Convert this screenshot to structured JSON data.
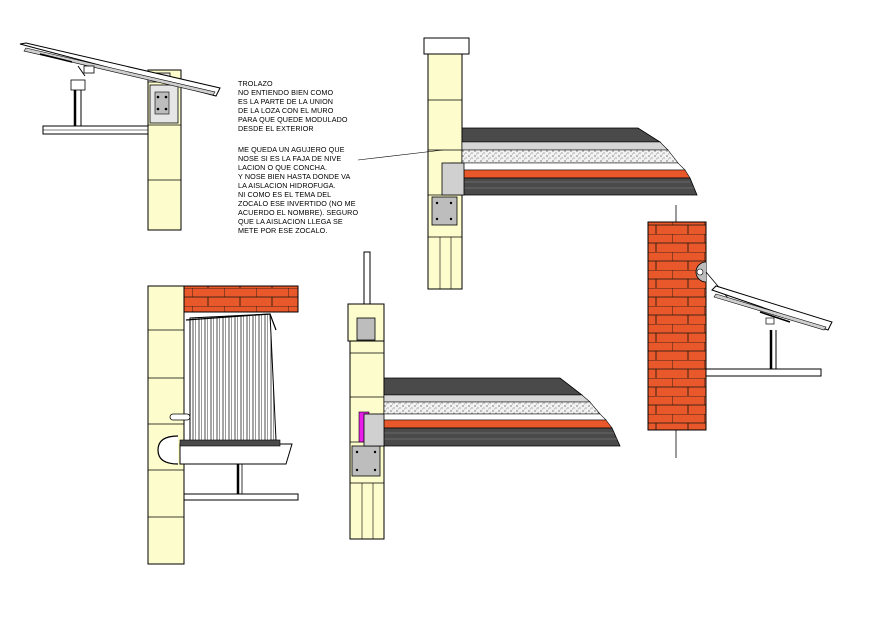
{
  "annotations": {
    "note_1": [
      "TROLAZO",
      "NO ENTIENDO BIEN COMO",
      "ES LA PARTE DE LA UNION",
      "DE LA LOZA CON EL MURO",
      "PARA QUE QUEDE MODULADO",
      "DESDE EL EXTERIOR"
    ],
    "note_2": [
      "ME QUEDA UN AGUJERO QUE",
      "NOSE SI ES LA FAJA DE NIVE",
      "LACION O QUE CONCHA.",
      "Y NOSE BIEN HASTA DONDE VA",
      "LA AISLACION HIDROFUGA.",
      "NI COMO ES EL TEMA DEL",
      "ZOCALO ESE INVERTIDO (NO ME",
      "ACUERDO EL NOMBRE). SEGURO",
      "QUE LA AISLACION LLEGA SE",
      "METE POR ESE ZOCALO."
    ]
  },
  "colors": {
    "block": "#fdfccc",
    "brick": "#e8582a",
    "membrane": "#4a4a4a",
    "concrete": "#efefef",
    "insulation_highlight": "#e81ce8",
    "steel_plate": "#bdbdbd",
    "line": "#000000"
  }
}
